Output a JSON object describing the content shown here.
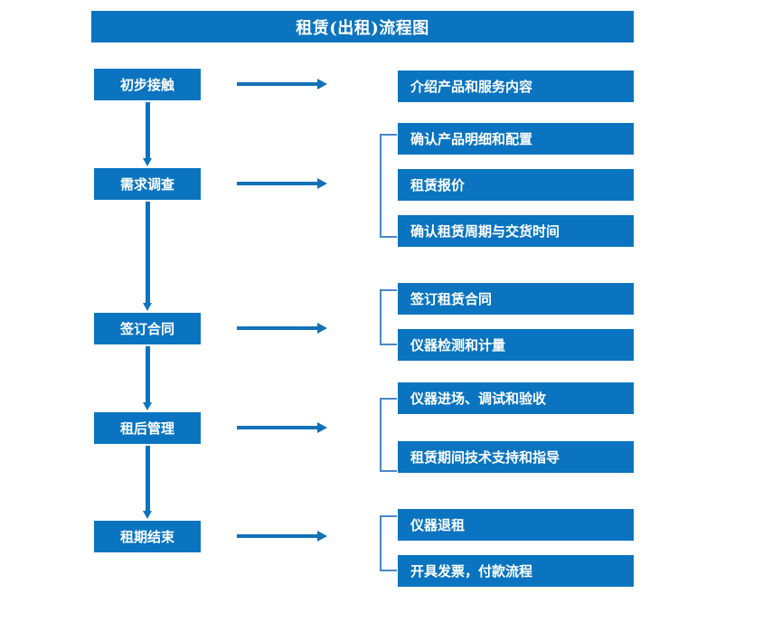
{
  "title": {
    "text": "租赁(出租)流程图"
  },
  "colors": {
    "box_blue": "#0A74C0",
    "arrow_blue": "#1271B8",
    "bracket_blue": "#4A86C8",
    "text_white": "#FFFFFF",
    "background": "#FFFFFF"
  },
  "stages": [
    {
      "label": "初步接触"
    },
    {
      "label": "需求调查"
    },
    {
      "label": "签订合同"
    },
    {
      "label": "租后管理"
    },
    {
      "label": "租期结束"
    }
  ],
  "details": [
    {
      "label": "介绍产品和服务内容"
    },
    {
      "label": "确认产品明细和配置"
    },
    {
      "label": "租赁报价"
    },
    {
      "label": "确认租赁周期与交货时间"
    },
    {
      "label": "签订租赁合同"
    },
    {
      "label": "仪器检测和计量"
    },
    {
      "label": "仪器进场、调试和验收"
    },
    {
      "label": "租赁期间技术支持和指导"
    },
    {
      "label": "仪器退租"
    },
    {
      "label": "开具发票，付款流程"
    }
  ],
  "groups": [
    {
      "stage": "初步接触",
      "details": [
        "介绍产品和服务内容"
      ],
      "bracketed": false
    },
    {
      "stage": "需求调查",
      "details": [
        "确认产品明细和配置",
        "租赁报价",
        "确认租赁周期与交货时间"
      ],
      "bracketed": true
    },
    {
      "stage": "签订合同",
      "details": [
        "签订租赁合同",
        "仪器检测和计量"
      ],
      "bracketed": true
    },
    {
      "stage": "租后管理",
      "details": [
        "仪器进场、调试和验收",
        "租赁期间技术支持和指导"
      ],
      "bracketed": true
    },
    {
      "stage": "租期结束",
      "details": [
        "仪器退租",
        "开具发票，付款流程"
      ],
      "bracketed": true
    }
  ]
}
